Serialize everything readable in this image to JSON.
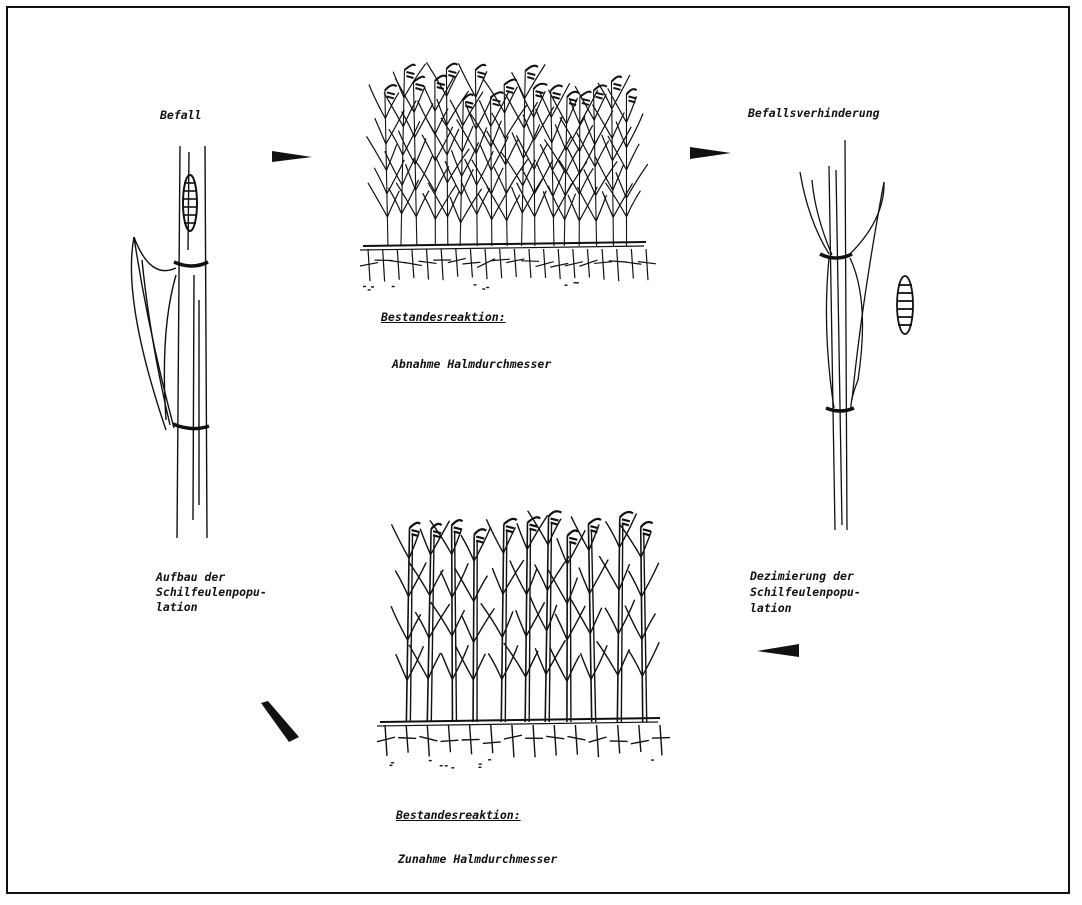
{
  "labels": {
    "befall": "Befall",
    "befallsverhinderung": "Befallsverhinderung",
    "bestandesreaktion_top": "Bestandesreaktion:",
    "abnahme": "Abnahme Halmdurchmesser",
    "aufbau_1": "Aufbau der",
    "aufbau_2": "Schilfeulenpopu-",
    "aufbau_3": "lation",
    "dezimierung_1": "Dezimierung der",
    "dezimierung_2": "Schilfeulenpopu-",
    "dezimierung_3": "lation",
    "bestandesreaktion_bottom": "Bestandesreaktion:",
    "zunahme": "Zunahme Halmdurchmesser"
  },
  "colors": {
    "ink": "#111111",
    "background": "#ffffff"
  },
  "icons": [
    "reed-stalk-infested",
    "caterpillar",
    "reed-stand-thin",
    "reed-stalk-thin",
    "reed-stand-thick",
    "cycle-arrow"
  ]
}
